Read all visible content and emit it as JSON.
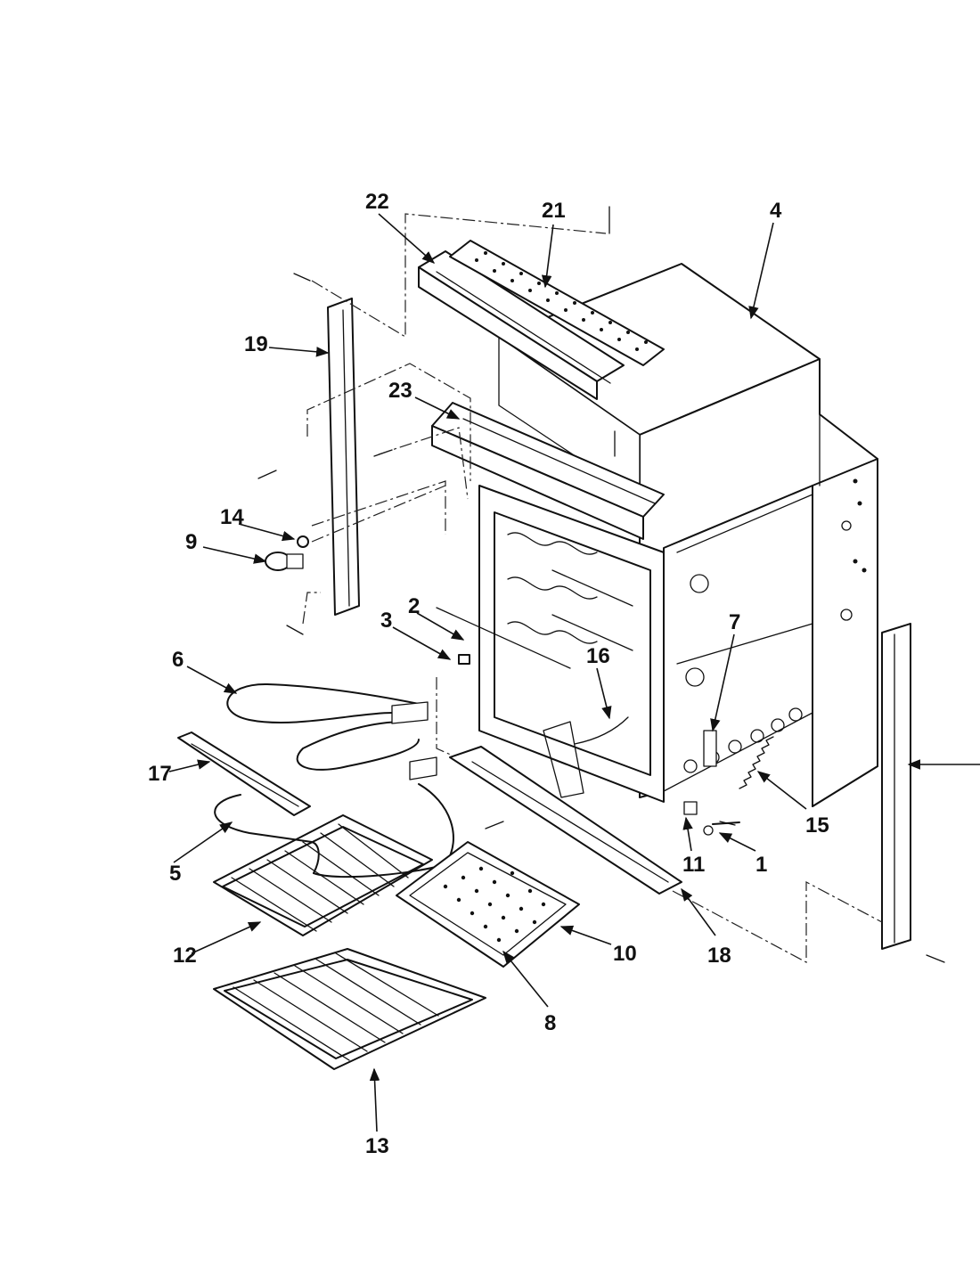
{
  "labels": {
    "1": "1",
    "2": "2",
    "3": "3",
    "4": "4",
    "5": "5",
    "6": "6",
    "7": "7",
    "8": "8",
    "9": "9",
    "10": "10",
    "11": "11",
    "12": "12",
    "13": "13",
    "14": "14",
    "15": "15",
    "16": "16",
    "17": "17",
    "18": "18",
    "19": "19",
    "21": "21",
    "22": "22",
    "23": "23"
  }
}
